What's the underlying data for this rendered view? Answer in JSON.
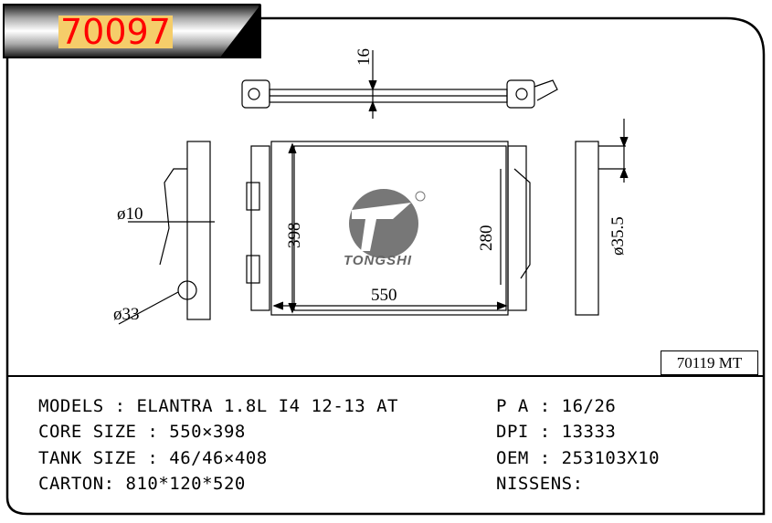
{
  "header": {
    "code": "70097"
  },
  "drawing": {
    "dim_top": "16",
    "dim_height": "398",
    "dim_width": "550",
    "dim_inner": "280",
    "dim_left_pipe": "ø10",
    "dim_left_bottom": "ø33",
    "dim_right_pipe": "ø35.5",
    "brand": "TONGSHI",
    "reference": "70119 MT"
  },
  "specs": {
    "left": [
      {
        "label": "MODELS : ",
        "value": "ELANTRA 1.8L I4 12-13 AT"
      },
      {
        "label": "CORE SIZE : ",
        "value": "550×398"
      },
      {
        "label": "TANK SIZE : ",
        "value": "46/46×408"
      },
      {
        "label": "CARTON: ",
        "value": "810*120*520"
      }
    ],
    "right": [
      {
        "label": "P A : ",
        "value": "16/26"
      },
      {
        "label": "DPI : ",
        "value": "13333"
      },
      {
        "label": "OEM : ",
        "value": "253103X10"
      },
      {
        "label": "NISSENS:",
        "value": ""
      }
    ]
  },
  "colors": {
    "code_text": "#ff0000",
    "code_bg": "#f5cd6a"
  }
}
